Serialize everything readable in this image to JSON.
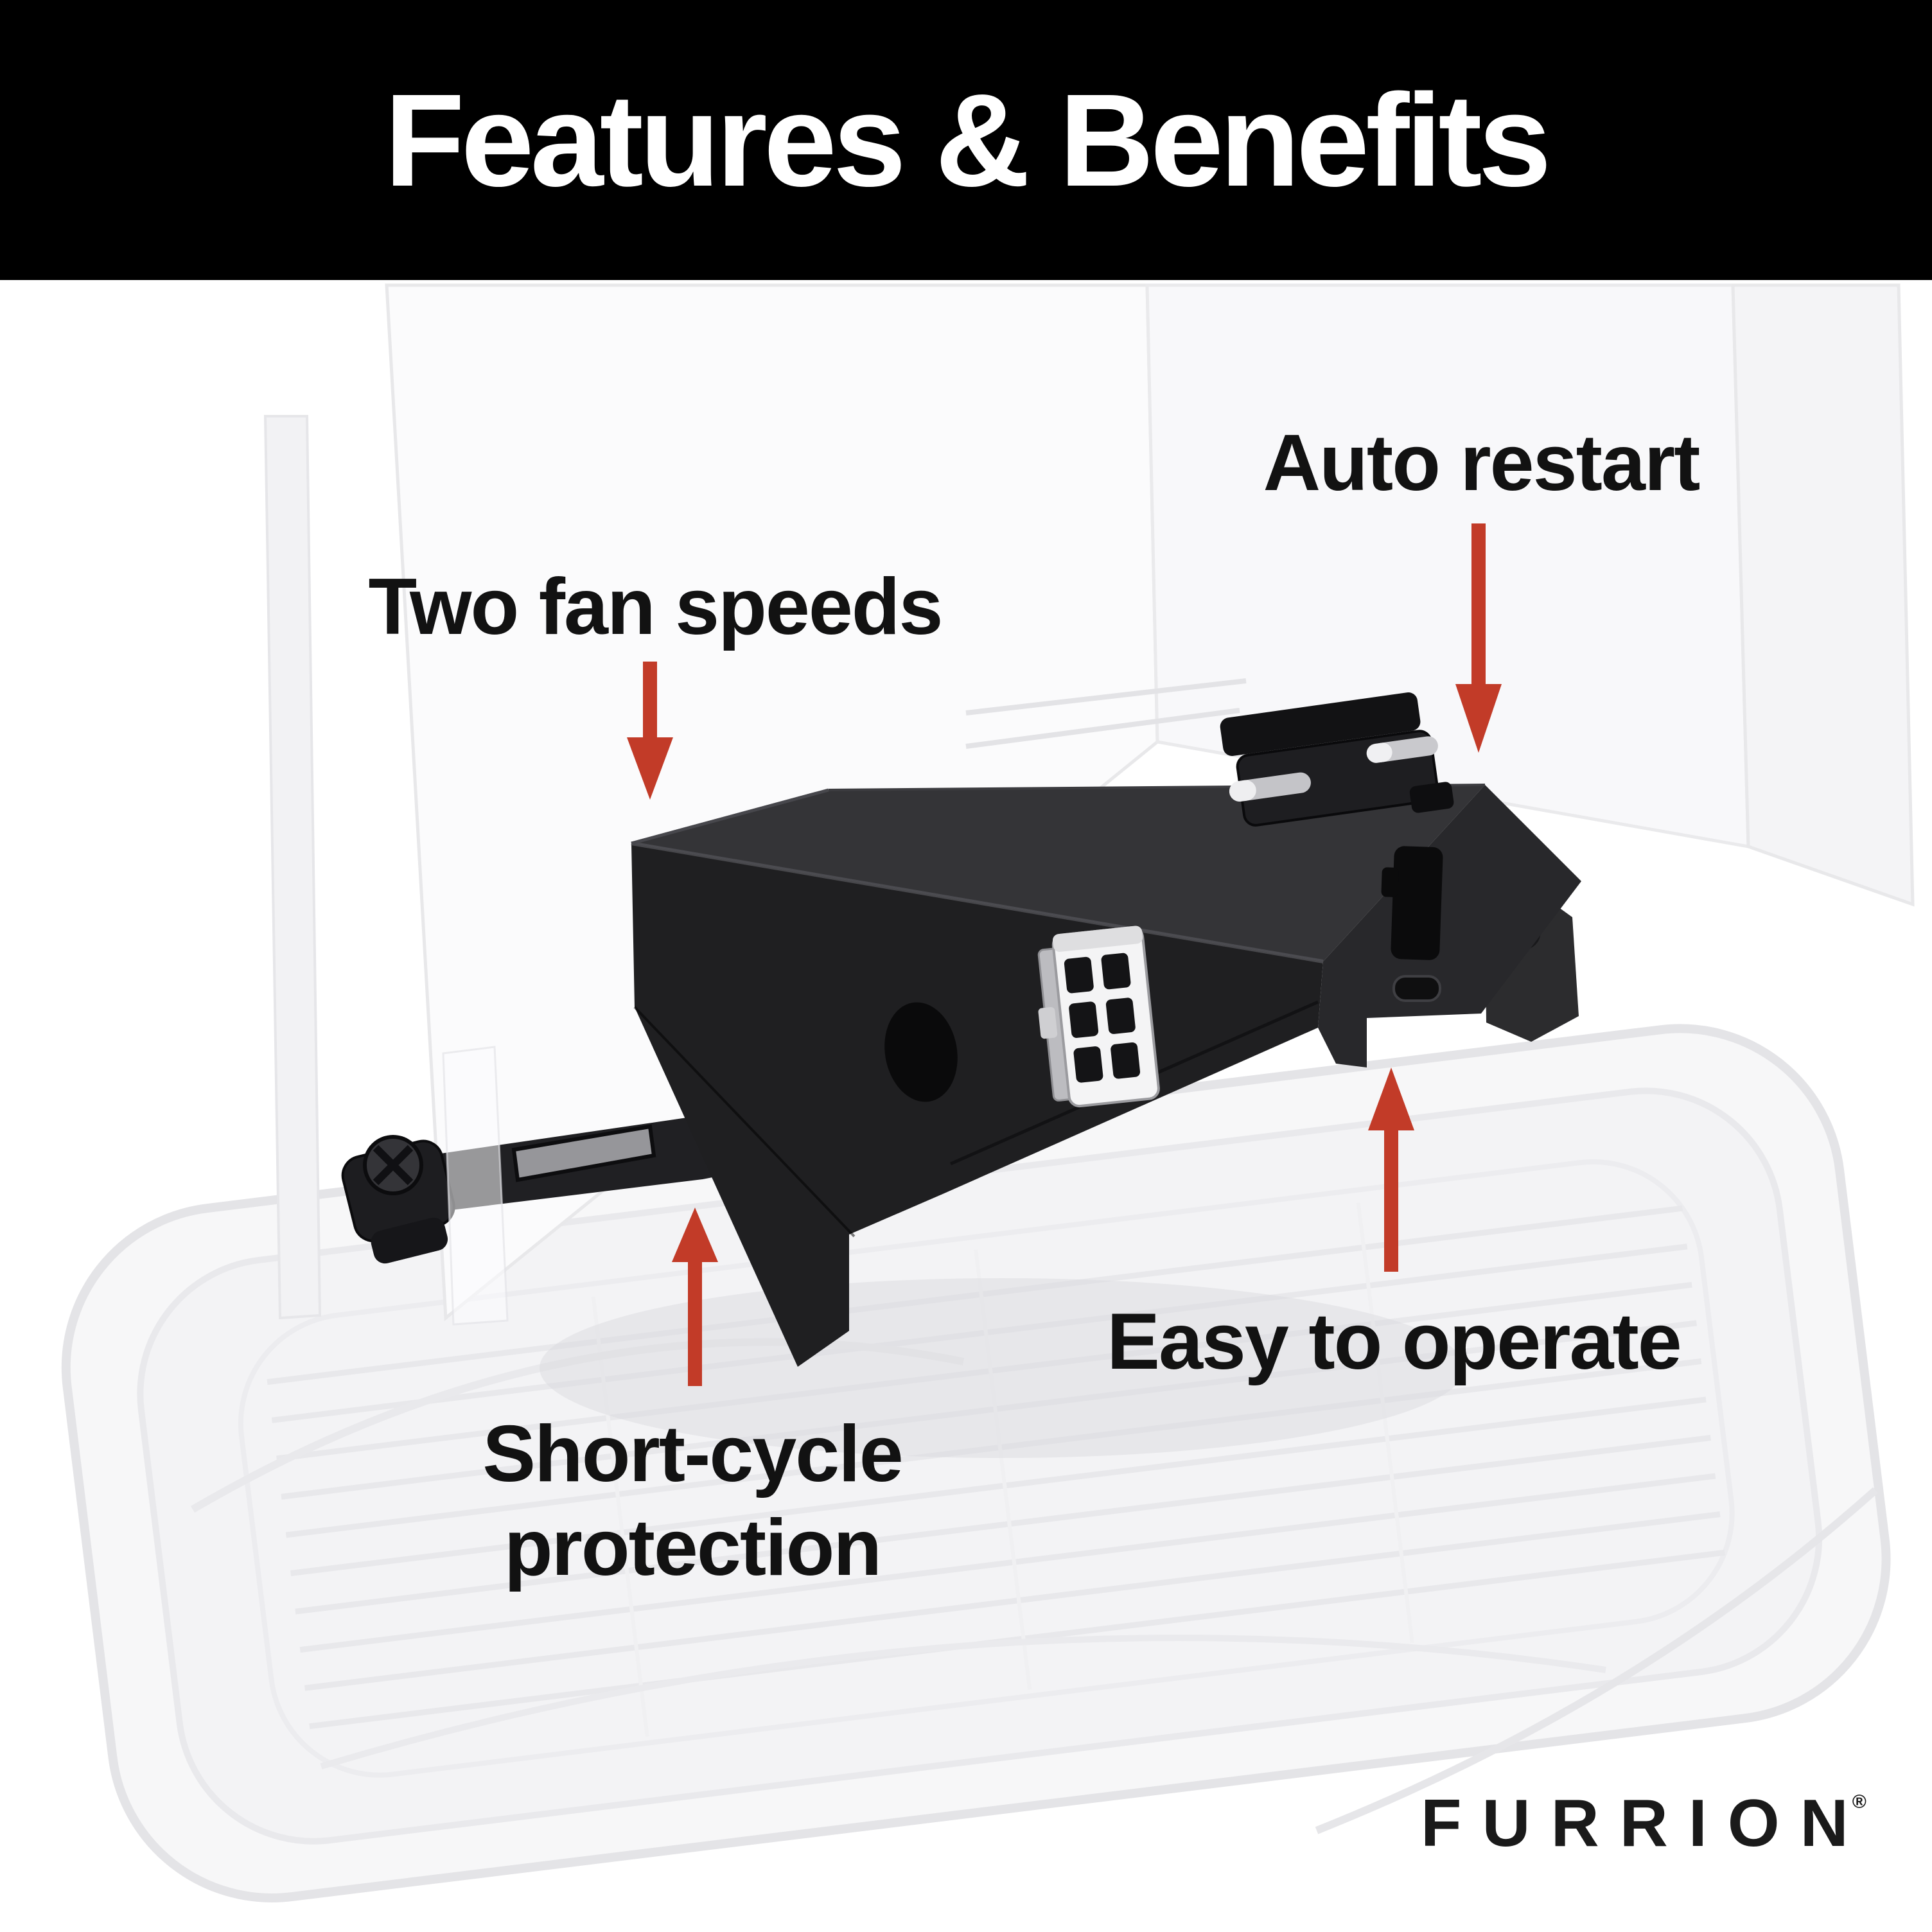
{
  "header": {
    "title": "Features & Benefits"
  },
  "callouts": [
    {
      "id": "two-fan-speeds",
      "label": "Two fan speeds",
      "arrow_direction": "down"
    },
    {
      "id": "auto-restart",
      "label": "Auto restart",
      "arrow_direction": "down"
    },
    {
      "id": "short-cycle-protection",
      "label": "Short-cycle protection",
      "arrow_direction": "up"
    },
    {
      "id": "easy-to-operate",
      "label": "Easy to operate",
      "arrow_direction": "up"
    }
  ],
  "brand": {
    "logo_text": "FURRION",
    "registered_mark": "®"
  },
  "colors": {
    "background": "#ffffff",
    "header_bg": "#000000",
    "title_text": "#ffffff",
    "label_text": "#121212",
    "arrow": "#c23b28",
    "brand_text": "#1a1a1a",
    "product_dark": "#1f1f21"
  }
}
